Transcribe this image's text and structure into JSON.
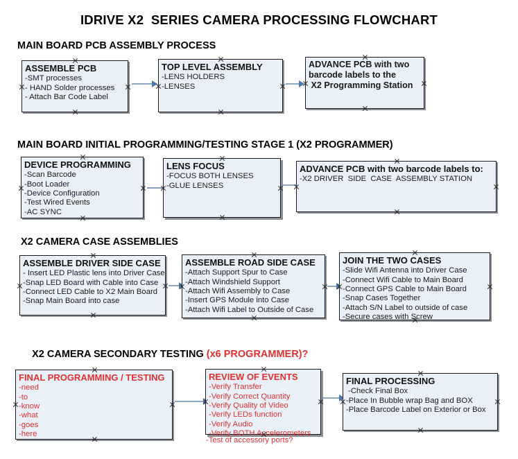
{
  "document": {
    "title": "IDRIVE X2  SERIES CAMERA PROCESSING FLOWCHART",
    "accent_color": "#e03030",
    "node_fill": "#eaf0f8",
    "node_border": "#1b1b1b",
    "connector_color": "#8ba7c4"
  },
  "sections": [
    {
      "id": "main-board-pcb-assembly",
      "title": "MAIN BOARD PCB ASSEMBLY PROCESS",
      "title_accent": "",
      "nodes": [
        {
          "id": "assemble-pcb",
          "header": "ASSEMBLE PCB",
          "lines": [
            "-SMT processes",
            "- HAND Solder processes",
            "- Attach Bar Code Label"
          ]
        },
        {
          "id": "top-level-assembly",
          "header": "TOP LEVEL ASSEMBLY",
          "lines": [
            "-LENS HOLDERS",
            "-LENSES"
          ]
        },
        {
          "id": "advance-pcb-programming-station",
          "header": "ADVANCE PCB with two",
          "lines": [
            "barcode labels to the",
            " X2 Programming Station"
          ]
        }
      ]
    },
    {
      "id": "initial-programming-testing",
      "title": "MAIN BOARD INITIAL PROGRAMMING/TESTING STAGE 1 (X2 PROGRAMMER)",
      "title_accent": "",
      "nodes": [
        {
          "id": "device-programming",
          "header": "DEVICE PROGRAMMING",
          "lines": [
            "-Scan Barcode",
            "-Boot Loader",
            "-Device Configuration",
            "-Test Wired Events",
            "-AC SYNC"
          ]
        },
        {
          "id": "lens-focus",
          "header": "LENS FOCUS",
          "lines": [
            "-FOCUS BOTH LENSES",
            "-GLUE LENSES"
          ]
        },
        {
          "id": "advance-pcb-driver-side-case",
          "header": "ADVANCE PCB with two barcode labels to:",
          "lines": [
            "-X2 DRIVER  SIDE  CASE  ASSEMBLY STATION"
          ]
        }
      ]
    },
    {
      "id": "camera-case-assemblies",
      "title": "X2 CAMERA CASE ASSEMBLIES",
      "title_accent": "",
      "nodes": [
        {
          "id": "assemble-driver-side-case",
          "header": "ASSEMBLE DRIVER SIDE CASE",
          "lines": [
            "- Insert LED Plastic lens into Driver Case",
            "-Snap LED Board with Cable into Case",
            "-Connect LED Cable to X2 Main Board",
            "-Snap Main Board into case"
          ]
        },
        {
          "id": "assemble-road-side-case",
          "header": "ASSEMBLE ROAD SIDE CASE",
          "lines": [
            "-Attach Support Spur to Case",
            "-Attach Windshield Support",
            "-Attach Wifi Assembly to Case",
            "-Insert GPS Module into Case",
            "-Attach Wifi Label to Outside of Case"
          ]
        },
        {
          "id": "join-the-two-cases",
          "header": "JOIN THE TWO CASES",
          "lines": [
            "-Slide Wifi Antenna into Driver Case",
            "-Connect Wifi Cable to Main Board",
            "-Connect GPS Cable to Main Board",
            "-Snap Cases Together",
            "-Attach S/N Label to outside of case",
            "-Secure cases with Screw"
          ]
        }
      ]
    },
    {
      "id": "secondary-testing",
      "title": "X2 CAMERA SECONDARY TESTING ",
      "title_accent": "(x6 PROGRAMMER)?",
      "nodes": [
        {
          "id": "final-programming-testing",
          "header": "FINAL PROGRAMMING / TESTING",
          "lines": [
            "-need",
            "-to",
            "-know",
            "-what",
            "-goes",
            "-here"
          ]
        },
        {
          "id": "review-of-events",
          "header": "REVIEW OF EVENTS",
          "lines": [
            "-Verify Transfer",
            "-Verify Correct Quantity",
            "-Verify Quality of Video",
            "-Verify LEDs function",
            "-Verify Audio",
            "-Verify BOTH Accelerometers"
          ],
          "overflow_line": "-Test of accessory ports?"
        },
        {
          "id": "final-processing",
          "header": "FINAL PROCESSING",
          "lines": [
            " -Check Final Box",
            "-Place In Bubble wrap Bag and BOX",
            "-Place Barcode Label on Exterior or Box"
          ]
        }
      ]
    }
  ]
}
